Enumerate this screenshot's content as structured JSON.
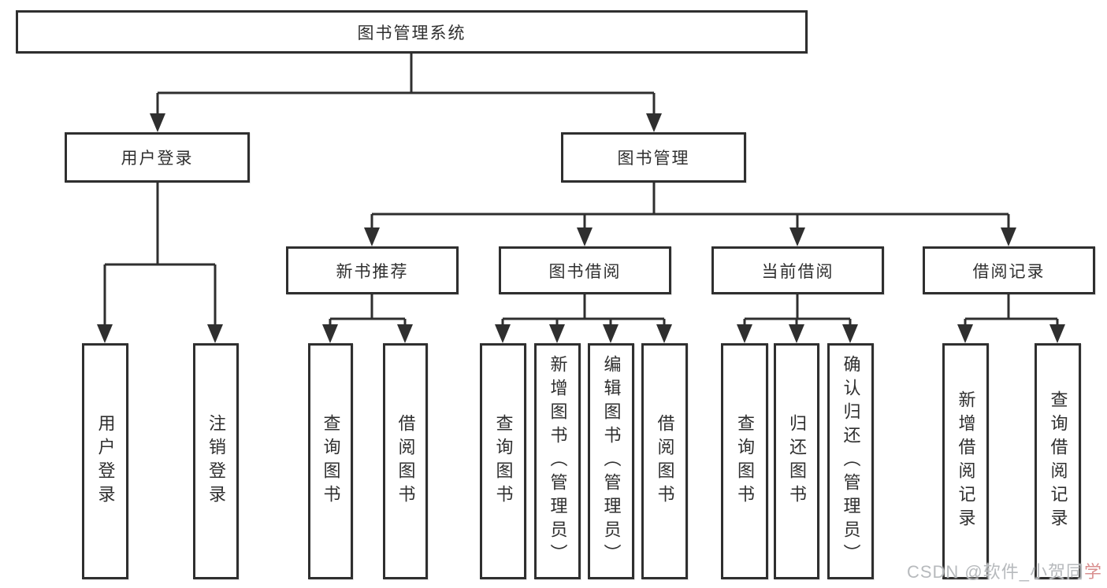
{
  "tree": {
    "label": "图书管理系统",
    "children": [
      {
        "label": "用户登录",
        "children": [
          {
            "label": "用户登录"
          },
          {
            "label": "注销登录"
          }
        ]
      },
      {
        "label": "图书管理",
        "children": [
          {
            "label": "新书推荐",
            "children": [
              {
                "label": "查询图书"
              },
              {
                "label": "借阅图书"
              }
            ]
          },
          {
            "label": "图书借阅",
            "children": [
              {
                "label": "查询图书"
              },
              {
                "label": "新增图书（管理员）"
              },
              {
                "label": "编辑图书（管理员）"
              },
              {
                "label": "借阅图书"
              }
            ]
          },
          {
            "label": "当前借阅",
            "children": [
              {
                "label": "查询图书"
              },
              {
                "label": "归还图书"
              },
              {
                "label": "确认归还（管理员）"
              }
            ]
          },
          {
            "label": "借阅记录",
            "children": [
              {
                "label": "新增借阅记录"
              },
              {
                "label": "查询借阅记录"
              }
            ]
          }
        ]
      }
    ]
  },
  "watermark": {
    "prefix": "CSDN @软件_小贺同",
    "accent": "学"
  },
  "colors": {
    "line": "#2f2f2f",
    "node_border": "#2f2f2f",
    "node_text": "#2f2f2f",
    "background": "#ffffff",
    "watermark_text": "#b7babd",
    "watermark_accent": "#d98f8f"
  }
}
